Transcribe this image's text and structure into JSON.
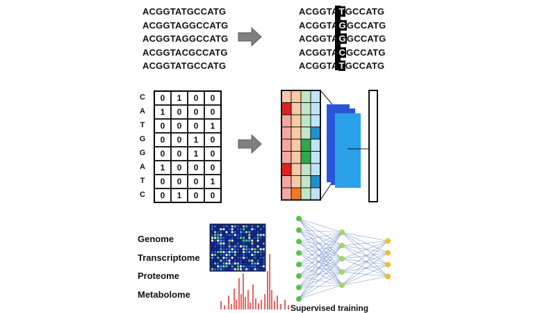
{
  "alignment": {
    "sequences": [
      {
        "prefix": "ACGGTA",
        "mid": "T",
        "suffix": "GCCATG"
      },
      {
        "prefix": "ACGGTA",
        "mid": "G",
        "suffix": "GCCATG"
      },
      {
        "prefix": "ACGGTA",
        "mid": "G",
        "suffix": "GCCATG"
      },
      {
        "prefix": "ACGGTA",
        "mid": "C",
        "suffix": "GCCATG"
      },
      {
        "prefix": "ACGGTA",
        "mid": "T",
        "suffix": "GCCATG"
      }
    ]
  },
  "one_hot": {
    "bases": [
      "C",
      "A",
      "T",
      "G",
      "G",
      "A",
      "T",
      "C"
    ],
    "rows": [
      [
        "0",
        "1",
        "0",
        "0"
      ],
      [
        "1",
        "0",
        "0",
        "0"
      ],
      [
        "0",
        "0",
        "0",
        "1"
      ],
      [
        "0",
        "0",
        "1",
        "0"
      ],
      [
        "0",
        "0",
        "1",
        "0"
      ],
      [
        "1",
        "0",
        "0",
        "0"
      ],
      [
        "0",
        "0",
        "0",
        "1"
      ],
      [
        "0",
        "1",
        "0",
        "0"
      ]
    ]
  },
  "cnn": {
    "colors": {
      "red": "#e02020",
      "red_light": "#f4a7a0",
      "orange": "#f07a20",
      "orange_light": "#f8c9a6",
      "green": "#2ea84a",
      "green_light": "#bfe6c6",
      "blue": "#1f8fd0",
      "blue_light": "#bfe3f5",
      "filter_front": "#2aa0e8",
      "filter_back": "#2a55d8"
    },
    "grid": [
      [
        "orange_light",
        "orange_light",
        "green_light",
        "blue_light"
      ],
      [
        "red",
        "orange_light",
        "green_light",
        "blue_light"
      ],
      [
        "red_light",
        "orange_light",
        "green_light",
        "blue_light"
      ],
      [
        "red_light",
        "orange_light",
        "green_light",
        "blue"
      ],
      [
        "red_light",
        "orange_light",
        "green",
        "blue_light"
      ],
      [
        "red_light",
        "orange_light",
        "green",
        "blue_light"
      ],
      [
        "red",
        "orange_light",
        "green_light",
        "blue_light"
      ],
      [
        "red_light",
        "orange_light",
        "green_light",
        "blue"
      ],
      [
        "red_light",
        "orange",
        "green_light",
        "blue_light"
      ]
    ]
  },
  "omics": {
    "labels": [
      "Genome",
      "Transcriptome",
      "Proteome",
      "Metabolome"
    ],
    "spectrum_color": "#e02020",
    "heatmap_background": "#0a1a66"
  },
  "network": {
    "layers": [
      8,
      5,
      4
    ],
    "node_colors": [
      "#5cc14a",
      "#a6d85a",
      "#f0c02a"
    ],
    "edge_color": "#5b7fc4",
    "caption": "Supervised training"
  }
}
